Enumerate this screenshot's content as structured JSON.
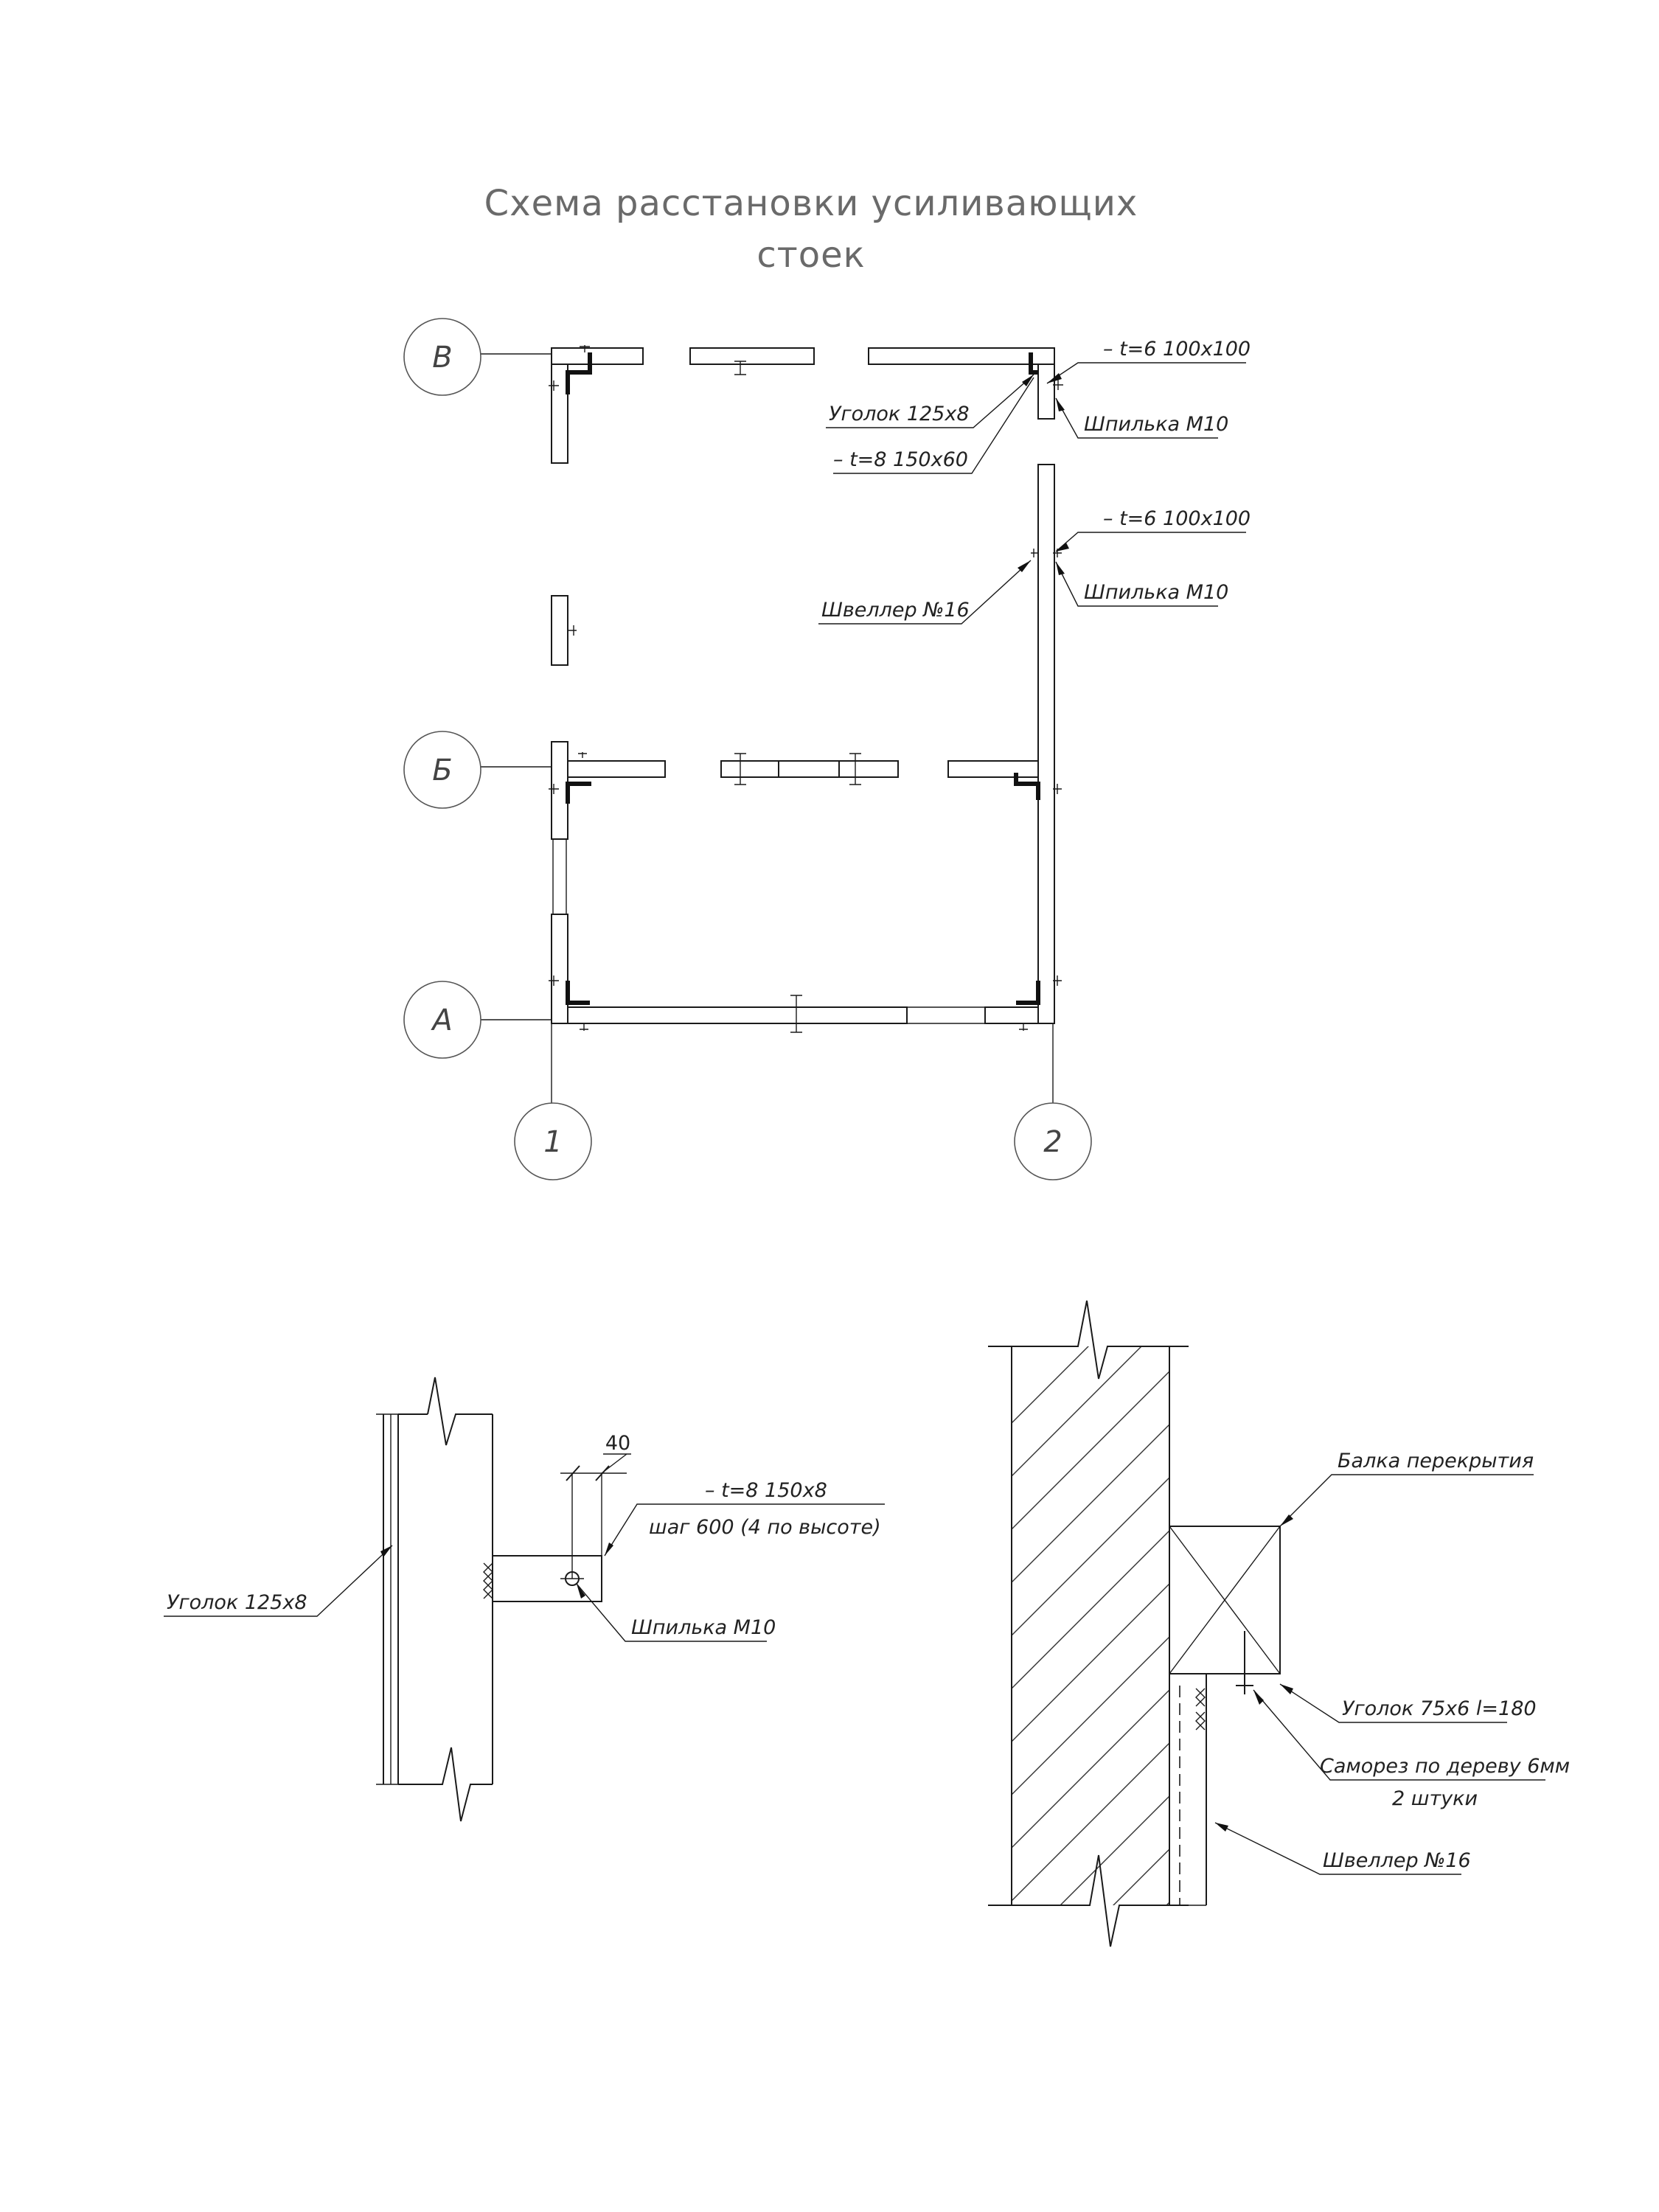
{
  "title": {
    "line1": "Схема расстановки усиливающих",
    "line2": "стоек"
  },
  "axes": {
    "row_v": "В",
    "row_b": "Б",
    "row_a": "А",
    "col_1": "1",
    "col_2": "2"
  },
  "plan_labels": {
    "plate_top": "– t=6 100х100",
    "angle": "Уголок 125х8",
    "bolt_top": "Шпилька М10",
    "plate_150": "– t=8 150х60",
    "plate_mid": "– t=6 100х100",
    "channel": "Швеллер №16",
    "bolt_mid": "Шпилька М10"
  },
  "detail1": {
    "dimension": "40",
    "plate": "– t=8 150х8",
    "spacing": "шаг 600 (4 по высоте)",
    "angle": "Уголок 125х8",
    "bolt": "Шпилька М10"
  },
  "detail2": {
    "beam": "Балка перекрытия",
    "angle": "Уголок 75х6 l=180",
    "screw_1": "Саморез по дереву 6мм",
    "screw_2": "2 штуки",
    "channel": "Швеллер №16"
  }
}
